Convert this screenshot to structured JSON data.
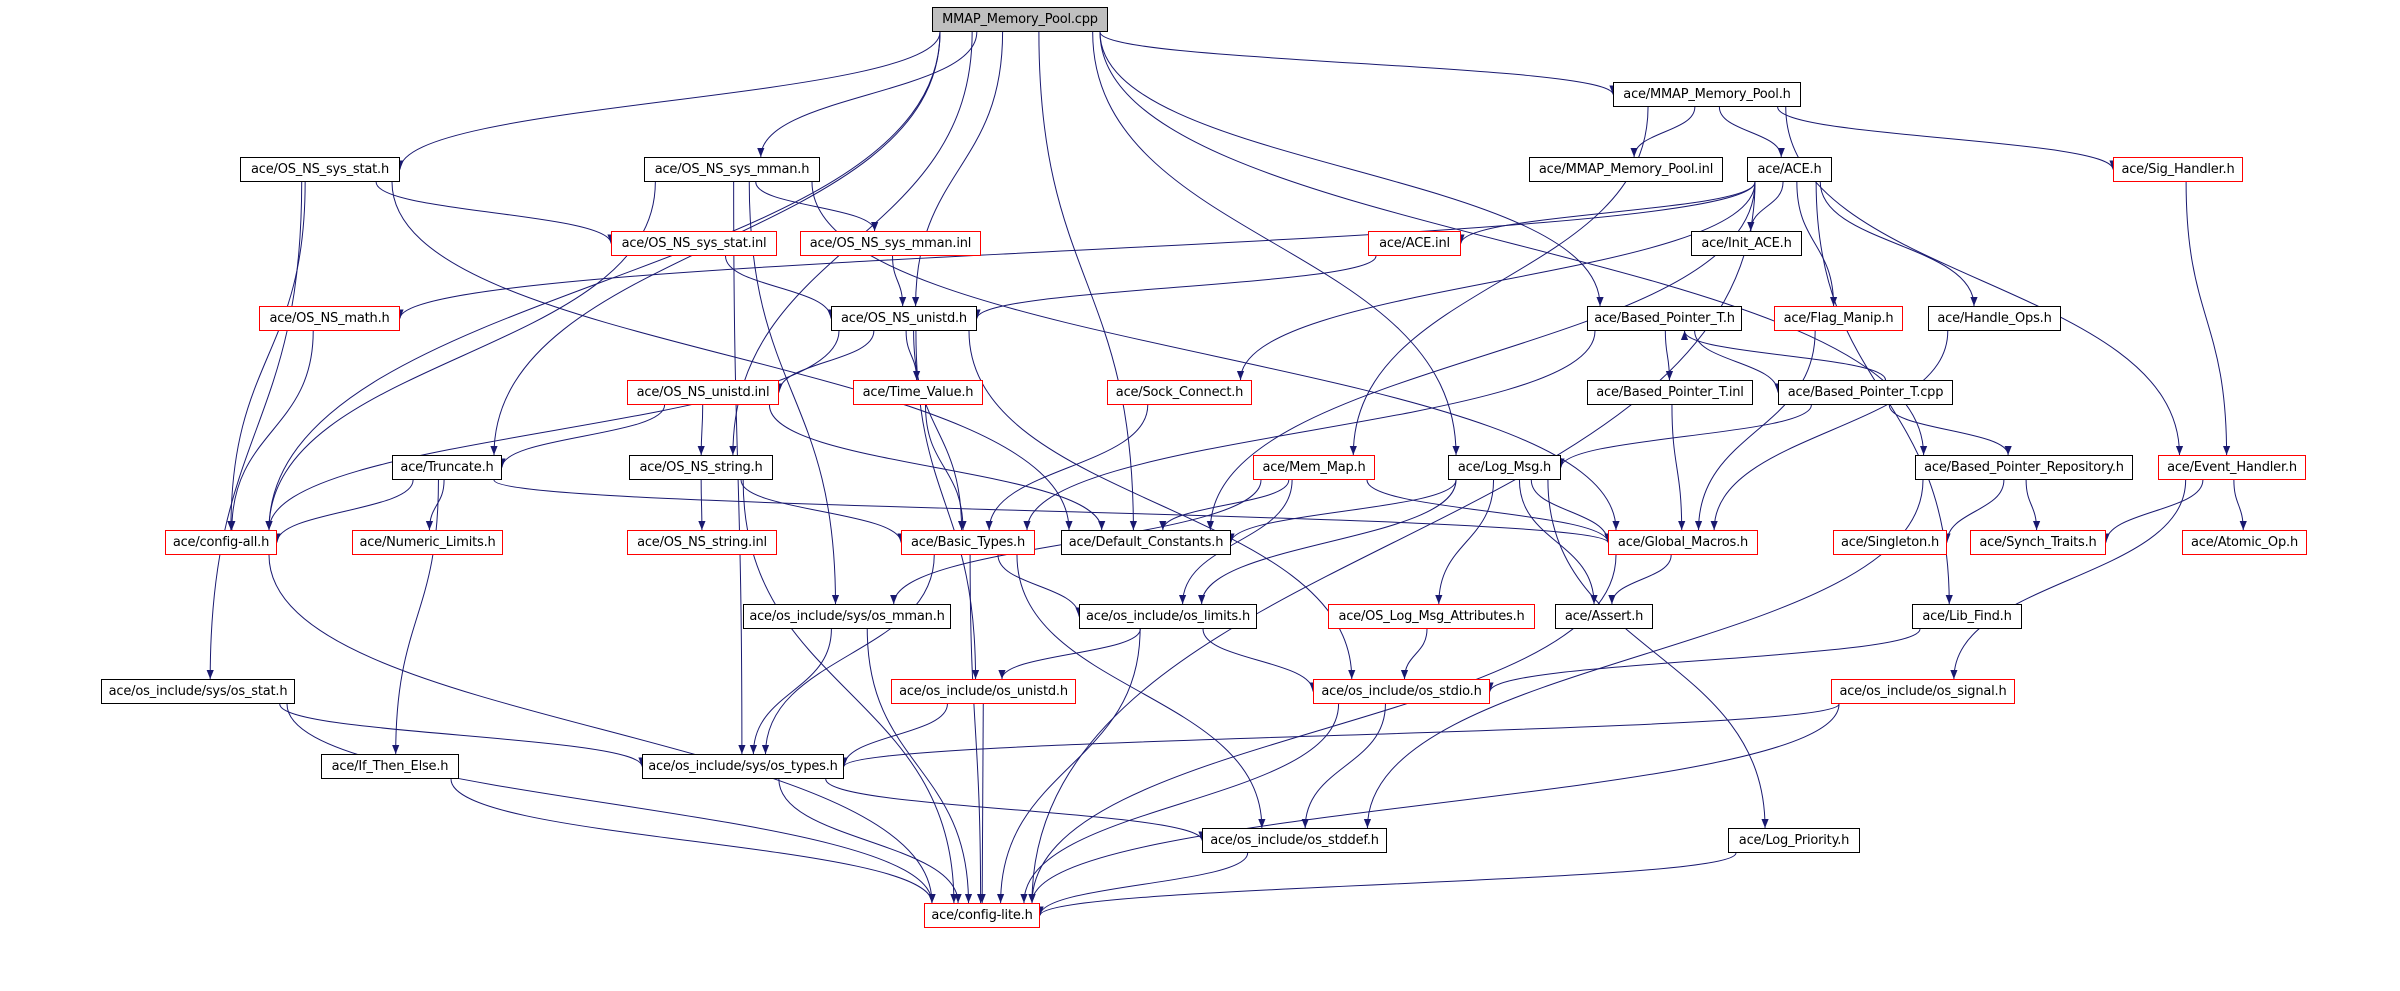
{
  "diagram": {
    "type": "include-dependency-graph",
    "root": "MMAP_Memory_Pool.cpp",
    "colors": {
      "edge": "#191970",
      "root_fill": "#bfbfbf",
      "node_border": "#000000",
      "undocumented_border": "#ff0000",
      "background": "#ffffff"
    },
    "nodes": [
      {
        "id": "root",
        "label": "MMAP_Memory_Pool.cpp",
        "style": "root"
      },
      {
        "id": "sys_stat_h",
        "label": "ace/OS_NS_sys_stat.h",
        "style": "normal"
      },
      {
        "id": "sys_mman_h",
        "label": "ace/OS_NS_sys_mman.h",
        "style": "normal"
      },
      {
        "id": "mmap_pool_h",
        "label": "ace/MMAP_Memory_Pool.h",
        "style": "normal"
      },
      {
        "id": "mmap_pool_inl",
        "label": "ace/MMAP_Memory_Pool.inl",
        "style": "normal"
      },
      {
        "id": "ace_h",
        "label": "ace/ACE.h",
        "style": "normal"
      },
      {
        "id": "sig_handler_h",
        "label": "ace/Sig_Handler.h",
        "style": "red"
      },
      {
        "id": "sys_stat_inl",
        "label": "ace/OS_NS_sys_stat.inl",
        "style": "red"
      },
      {
        "id": "sys_mman_inl",
        "label": "ace/OS_NS_sys_mman.inl",
        "style": "red"
      },
      {
        "id": "ace_inl",
        "label": "ace/ACE.inl",
        "style": "red"
      },
      {
        "id": "init_ace_h",
        "label": "ace/Init_ACE.h",
        "style": "normal"
      },
      {
        "id": "os_math_h",
        "label": "ace/OS_NS_math.h",
        "style": "red"
      },
      {
        "id": "os_unistd_h",
        "label": "ace/OS_NS_unistd.h",
        "style": "normal"
      },
      {
        "id": "based_ptr_t_h",
        "label": "ace/Based_Pointer_T.h",
        "style": "normal"
      },
      {
        "id": "flag_manip_h",
        "label": "ace/Flag_Manip.h",
        "style": "red"
      },
      {
        "id": "handle_ops_h",
        "label": "ace/Handle_Ops.h",
        "style": "normal"
      },
      {
        "id": "os_unistd_inl",
        "label": "ace/OS_NS_unistd.inl",
        "style": "red"
      },
      {
        "id": "time_value_h",
        "label": "ace/Time_Value.h",
        "style": "red"
      },
      {
        "id": "sock_connect_h",
        "label": "ace/Sock_Connect.h",
        "style": "red"
      },
      {
        "id": "based_ptr_t_inl",
        "label": "ace/Based_Pointer_T.inl",
        "style": "normal"
      },
      {
        "id": "based_ptr_t_cpp",
        "label": "ace/Based_Pointer_T.cpp",
        "style": "normal"
      },
      {
        "id": "truncate_h",
        "label": "ace/Truncate.h",
        "style": "normal"
      },
      {
        "id": "os_string_h",
        "label": "ace/OS_NS_string.h",
        "style": "normal"
      },
      {
        "id": "mem_map_h",
        "label": "ace/Mem_Map.h",
        "style": "red"
      },
      {
        "id": "log_msg_h",
        "label": "ace/Log_Msg.h",
        "style": "normal"
      },
      {
        "id": "based_ptr_repo_h",
        "label": "ace/Based_Pointer_Repository.h",
        "style": "normal"
      },
      {
        "id": "event_handler_h",
        "label": "ace/Event_Handler.h",
        "style": "red"
      },
      {
        "id": "config_all_h",
        "label": "ace/config-all.h",
        "style": "red"
      },
      {
        "id": "numeric_limits_h",
        "label": "ace/Numeric_Limits.h",
        "style": "red"
      },
      {
        "id": "os_string_inl",
        "label": "ace/OS_NS_string.inl",
        "style": "red"
      },
      {
        "id": "basic_types_h",
        "label": "ace/Basic_Types.h",
        "style": "red"
      },
      {
        "id": "default_constants_h",
        "label": "ace/Default_Constants.h",
        "style": "normal"
      },
      {
        "id": "global_macros_h",
        "label": "ace/Global_Macros.h",
        "style": "red"
      },
      {
        "id": "singleton_h",
        "label": "ace/Singleton.h",
        "style": "red"
      },
      {
        "id": "synch_traits_h",
        "label": "ace/Synch_Traits.h",
        "style": "red"
      },
      {
        "id": "atomic_op_h",
        "label": "ace/Atomic_Op.h",
        "style": "red"
      },
      {
        "id": "sys_os_mman_h",
        "label": "ace/os_include/sys/os_mman.h",
        "style": "normal"
      },
      {
        "id": "os_limits_h",
        "label": "ace/os_include/os_limits.h",
        "style": "normal"
      },
      {
        "id": "os_log_msg_attr_h",
        "label": "ace/OS_Log_Msg_Attributes.h",
        "style": "red"
      },
      {
        "id": "assert_h",
        "label": "ace/Assert.h",
        "style": "normal"
      },
      {
        "id": "lib_find_h",
        "label": "ace/Lib_Find.h",
        "style": "normal"
      },
      {
        "id": "sys_os_stat_h",
        "label": "ace/os_include/sys/os_stat.h",
        "style": "normal"
      },
      {
        "id": "os_inc_unistd_h",
        "label": "ace/os_include/os_unistd.h",
        "style": "red"
      },
      {
        "id": "os_stdio_h",
        "label": "ace/os_include/os_stdio.h",
        "style": "red"
      },
      {
        "id": "os_signal_h",
        "label": "ace/os_include/os_signal.h",
        "style": "red"
      },
      {
        "id": "if_then_else_h",
        "label": "ace/If_Then_Else.h",
        "style": "normal"
      },
      {
        "id": "sys_os_types_h",
        "label": "ace/os_include/sys/os_types.h",
        "style": "normal"
      },
      {
        "id": "os_stddef_h",
        "label": "ace/os_include/os_stddef.h",
        "style": "normal"
      },
      {
        "id": "log_priority_h",
        "label": "ace/Log_Priority.h",
        "style": "normal"
      },
      {
        "id": "config_lite_h",
        "label": "ace/config-lite.h",
        "style": "red"
      }
    ],
    "edges": [
      [
        "root",
        "sys_stat_h"
      ],
      [
        "root",
        "sys_mman_h"
      ],
      [
        "root",
        "mmap_pool_h"
      ],
      [
        "root",
        "os_unistd_h"
      ],
      [
        "root",
        "truncate_h"
      ],
      [
        "root",
        "os_string_h"
      ],
      [
        "root",
        "config_all_h"
      ],
      [
        "root",
        "log_msg_h"
      ],
      [
        "root",
        "based_ptr_t_h"
      ],
      [
        "root",
        "based_ptr_repo_h"
      ],
      [
        "root",
        "default_constants_h"
      ],
      [
        "sys_stat_h",
        "sys_stat_inl"
      ],
      [
        "sys_stat_h",
        "config_all_h"
      ],
      [
        "sys_stat_h",
        "sys_os_stat_h"
      ],
      [
        "sys_stat_h",
        "default_constants_h"
      ],
      [
        "sys_mman_h",
        "sys_mman_inl"
      ],
      [
        "sys_mman_h",
        "config_all_h"
      ],
      [
        "sys_mman_h",
        "sys_os_mman_h"
      ],
      [
        "sys_mman_h",
        "sys_os_types_h"
      ],
      [
        "sys_mman_h",
        "global_macros_h"
      ],
      [
        "sys_stat_inl",
        "os_unistd_h"
      ],
      [
        "sys_mman_inl",
        "os_unistd_h"
      ],
      [
        "mmap_pool_h",
        "mmap_pool_inl"
      ],
      [
        "mmap_pool_h",
        "ace_h"
      ],
      [
        "mmap_pool_h",
        "sig_handler_h"
      ],
      [
        "mmap_pool_h",
        "event_handler_h"
      ],
      [
        "mmap_pool_h",
        "mem_map_h"
      ],
      [
        "ace_h",
        "ace_inl"
      ],
      [
        "ace_h",
        "init_ace_h"
      ],
      [
        "ace_h",
        "flag_manip_h"
      ],
      [
        "ace_h",
        "handle_ops_h"
      ],
      [
        "ace_h",
        "os_math_h"
      ],
      [
        "ace_h",
        "sock_connect_h"
      ],
      [
        "ace_h",
        "default_constants_h"
      ],
      [
        "ace_h",
        "lib_find_h"
      ],
      [
        "ace_h",
        "config_lite_h"
      ],
      [
        "ace_inl",
        "os_unistd_h"
      ],
      [
        "sig_handler_h",
        "event_handler_h"
      ],
      [
        "os_math_h",
        "config_all_h"
      ],
      [
        "os_unistd_h",
        "os_unistd_inl"
      ],
      [
        "os_unistd_h",
        "time_value_h"
      ],
      [
        "os_unistd_h",
        "basic_types_h"
      ],
      [
        "os_unistd_h",
        "config_all_h"
      ],
      [
        "os_unistd_h",
        "os_inc_unistd_h"
      ],
      [
        "os_unistd_h",
        "os_stdio_h"
      ],
      [
        "os_unistd_inl",
        "truncate_h"
      ],
      [
        "os_unistd_inl",
        "os_string_h"
      ],
      [
        "os_unistd_inl",
        "default_constants_h"
      ],
      [
        "time_value_h",
        "basic_types_h"
      ],
      [
        "sock_connect_h",
        "basic_types_h"
      ],
      [
        "based_ptr_t_h",
        "based_ptr_t_inl"
      ],
      [
        "based_ptr_t_h",
        "based_ptr_t_cpp"
      ],
      [
        "based_ptr_t_h",
        "basic_types_h"
      ],
      [
        "based_ptr_t_cpp",
        "based_ptr_t_h"
      ],
      [
        "based_ptr_t_cpp",
        "log_msg_h"
      ],
      [
        "based_ptr_t_cpp",
        "based_ptr_repo_h"
      ],
      [
        "based_ptr_t_inl",
        "global_macros_h"
      ],
      [
        "flag_manip_h",
        "global_macros_h"
      ],
      [
        "handle_ops_h",
        "global_macros_h"
      ],
      [
        "truncate_h",
        "config_all_h"
      ],
      [
        "truncate_h",
        "numeric_limits_h"
      ],
      [
        "truncate_h",
        "global_macros_h"
      ],
      [
        "truncate_h",
        "if_then_else_h"
      ],
      [
        "os_string_h",
        "os_string_inl"
      ],
      [
        "os_string_h",
        "basic_types_h"
      ],
      [
        "os_string_h",
        "config_lite_h"
      ],
      [
        "mem_map_h",
        "default_constants_h"
      ],
      [
        "mem_map_h",
        "global_macros_h"
      ],
      [
        "mem_map_h",
        "sys_os_mman_h"
      ],
      [
        "mem_map_h",
        "os_limits_h"
      ],
      [
        "log_msg_h",
        "default_constants_h"
      ],
      [
        "log_msg_h",
        "global_macros_h"
      ],
      [
        "log_msg_h",
        "os_log_msg_attr_h"
      ],
      [
        "log_msg_h",
        "assert_h"
      ],
      [
        "log_msg_h",
        "os_limits_h"
      ],
      [
        "log_msg_h",
        "log_priority_h"
      ],
      [
        "based_ptr_repo_h",
        "singleton_h"
      ],
      [
        "based_ptr_repo_h",
        "synch_traits_h"
      ],
      [
        "based_ptr_repo_h",
        "os_stddef_h"
      ],
      [
        "event_handler_h",
        "synch_traits_h"
      ],
      [
        "event_handler_h",
        "atomic_op_h"
      ],
      [
        "event_handler_h",
        "os_signal_h"
      ],
      [
        "config_all_h",
        "config_lite_h"
      ],
      [
        "basic_types_h",
        "os_limits_h"
      ],
      [
        "basic_types_h",
        "sys_os_types_h"
      ],
      [
        "basic_types_h",
        "os_stddef_h"
      ],
      [
        "basic_types_h",
        "config_lite_h"
      ],
      [
        "global_macros_h",
        "assert_h"
      ],
      [
        "global_macros_h",
        "config_lite_h"
      ],
      [
        "sys_os_mman_h",
        "sys_os_types_h"
      ],
      [
        "sys_os_mman_h",
        "config_lite_h"
      ],
      [
        "os_limits_h",
        "os_inc_unistd_h"
      ],
      [
        "os_limits_h",
        "os_stdio_h"
      ],
      [
        "os_limits_h",
        "config_lite_h"
      ],
      [
        "os_log_msg_attr_h",
        "os_stdio_h"
      ],
      [
        "lib_find_h",
        "os_stdio_h"
      ],
      [
        "sys_os_stat_h",
        "sys_os_types_h"
      ],
      [
        "sys_os_stat_h",
        "config_lite_h"
      ],
      [
        "os_inc_unistd_h",
        "sys_os_types_h"
      ],
      [
        "os_inc_unistd_h",
        "config_lite_h"
      ],
      [
        "os_stdio_h",
        "os_stddef_h"
      ],
      [
        "os_stdio_h",
        "config_lite_h"
      ],
      [
        "os_signal_h",
        "sys_os_types_h"
      ],
      [
        "os_signal_h",
        "config_lite_h"
      ],
      [
        "if_then_else_h",
        "config_lite_h"
      ],
      [
        "sys_os_types_h",
        "os_stddef_h"
      ],
      [
        "sys_os_types_h",
        "config_lite_h"
      ],
      [
        "os_stddef_h",
        "config_lite_h"
      ],
      [
        "log_priority_h",
        "config_lite_h"
      ]
    ]
  }
}
